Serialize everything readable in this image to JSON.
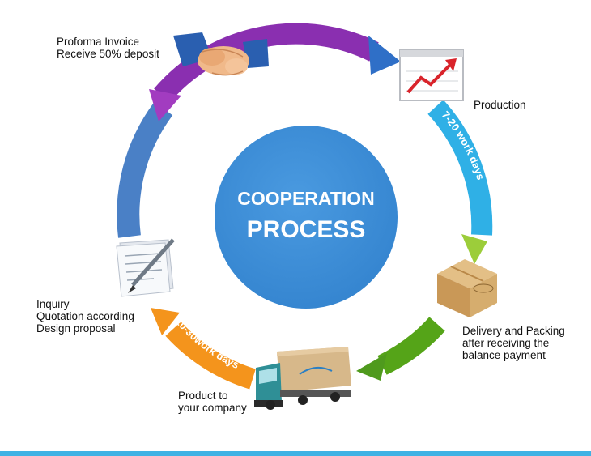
{
  "center": {
    "line1": "COOPERATION",
    "line2": "PROCESS"
  },
  "steps": [
    {
      "lines": [
        "Proforma Invoice",
        "Receive 50% deposit"
      ],
      "icon": "handshake-icon"
    },
    {
      "lines": [
        "Production"
      ],
      "icon": "chart-icon"
    },
    {
      "lines": [
        "Delivery and Packing",
        "after receiving the",
        "balance payment"
      ],
      "icon": "box-icon"
    },
    {
      "lines": [
        "Product to",
        "your company"
      ],
      "icon": "truck-icon"
    },
    {
      "lines": [
        "Inquiry",
        "Quotation according",
        "Design proposal"
      ],
      "icon": "document-icon"
    }
  ],
  "durations": {
    "production": "7-20 work days",
    "delivery": "20-30work days"
  },
  "colors": {
    "center_circle": "#3d8fd8",
    "arc_purple": "#8a2fb0",
    "arc_cyan": "#2fb0e6",
    "arc_green": "#55a418",
    "arc_orange": "#f4941c",
    "arc_blue": "#4a80c6",
    "bottom_bar": "#3fb2e4"
  }
}
